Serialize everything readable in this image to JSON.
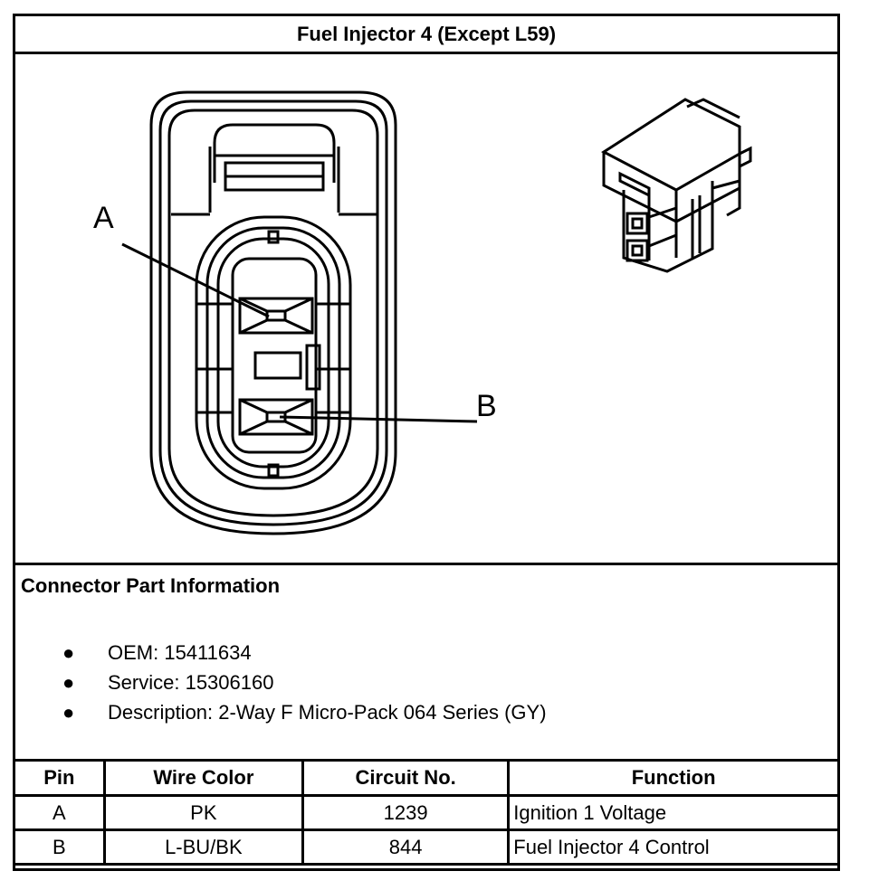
{
  "title": "Fuel Injector 4 (Except L59)",
  "diagram": {
    "pin_labels": [
      "A",
      "B"
    ]
  },
  "info": {
    "heading": "Connector Part Information",
    "items": [
      "OEM: 15411634",
      "Service: 15306160",
      "Description: 2-Way F Micro-Pack 064 Series (GY)"
    ]
  },
  "table": {
    "headers": [
      "Pin",
      "Wire Color",
      "Circuit No.",
      "Function"
    ],
    "rows": [
      [
        "A",
        "PK",
        "1239",
        "Ignition 1 Voltage"
      ],
      [
        "B",
        "L-BU/BK",
        "844",
        "Fuel Injector 4 Control"
      ]
    ]
  }
}
